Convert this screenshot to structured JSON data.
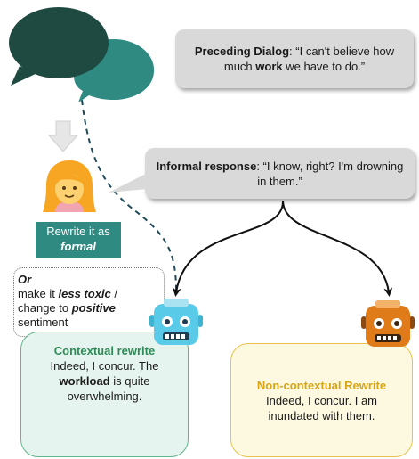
{
  "preceding": {
    "label": "Preceding Dialog",
    "text_a": ": “I can't believe how much ",
    "bold": "work",
    "text_b": " we have to do.”"
  },
  "informal": {
    "label": "Informal response",
    "text": ": “I know, right? I'm drowning in them.”"
  },
  "rewrite": {
    "line1": "Rewrite it as",
    "line2": "formal"
  },
  "alternative": {
    "or": "Or",
    "pre1": "make it ",
    "opt1": "less toxic",
    "sep": " /",
    "pre2": "change to ",
    "opt2": "positive",
    "post": "sentiment"
  },
  "contextual": {
    "title": "Contextual rewrite",
    "text_a": "Indeed, I concur. The ",
    "bold": "workload",
    "text_b": " is quite overwhelming."
  },
  "noncontextual": {
    "title": "Non-contextual Rewrite",
    "text": "Indeed, I concur. I am inundated with them."
  },
  "colors": {
    "dark_teal": "#1f4a42",
    "teal": "#2f8a82",
    "robot_blue": "#59cbe8",
    "robot_orange": "#e07b1a",
    "context_green": "#62b48c",
    "noncontext_yellow": "#e8c24a"
  },
  "icons": [
    "speech-bubbles-icon",
    "arrow-down-icon",
    "woman-face-icon",
    "robot-blue-icon",
    "robot-orange-icon"
  ]
}
